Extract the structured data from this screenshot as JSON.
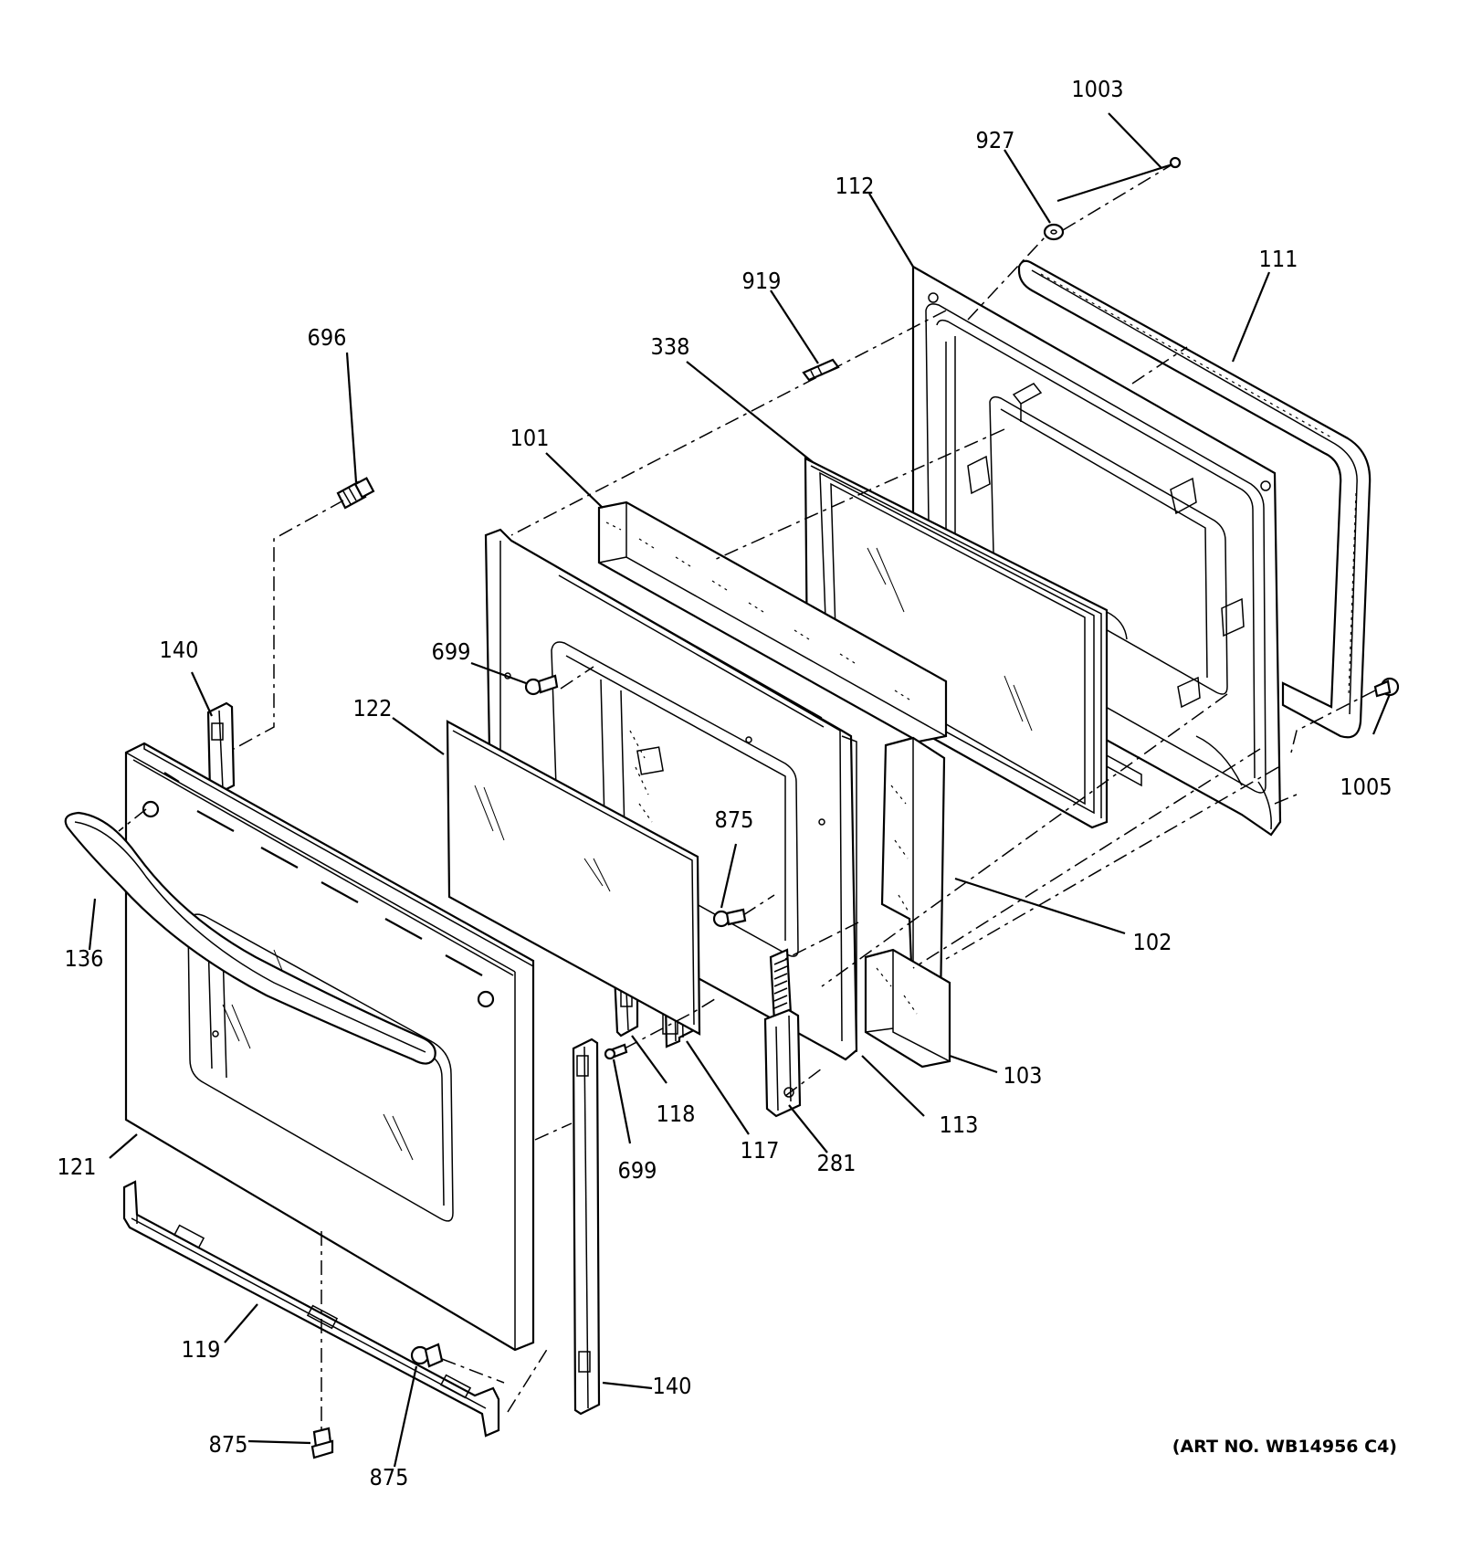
{
  "diagram": {
    "art_no": "(ART NO. WB14956 C4)",
    "labels": [
      {
        "id": "l1003",
        "text": "1003"
      },
      {
        "id": "l927",
        "text": "927"
      },
      {
        "id": "l112",
        "text": "112"
      },
      {
        "id": "l111",
        "text": "111"
      },
      {
        "id": "l919",
        "text": "919"
      },
      {
        "id": "l696",
        "text": "696"
      },
      {
        "id": "l338",
        "text": "338"
      },
      {
        "id": "l101",
        "text": "101"
      },
      {
        "id": "l699a",
        "text": "699"
      },
      {
        "id": "l140a",
        "text": "140"
      },
      {
        "id": "l122",
        "text": "122"
      },
      {
        "id": "l875a",
        "text": "875"
      },
      {
        "id": "l1005",
        "text": "1005"
      },
      {
        "id": "l136",
        "text": "136"
      },
      {
        "id": "l102",
        "text": "102"
      },
      {
        "id": "l103",
        "text": "103"
      },
      {
        "id": "l118",
        "text": "118"
      },
      {
        "id": "l113",
        "text": "113"
      },
      {
        "id": "l117",
        "text": "117"
      },
      {
        "id": "l281",
        "text": "281"
      },
      {
        "id": "l699b",
        "text": "699"
      },
      {
        "id": "l121",
        "text": "121"
      },
      {
        "id": "l119",
        "text": "119"
      },
      {
        "id": "l140b",
        "text": "140"
      },
      {
        "id": "l875b",
        "text": "875"
      },
      {
        "id": "l875c",
        "text": "875"
      }
    ]
  }
}
